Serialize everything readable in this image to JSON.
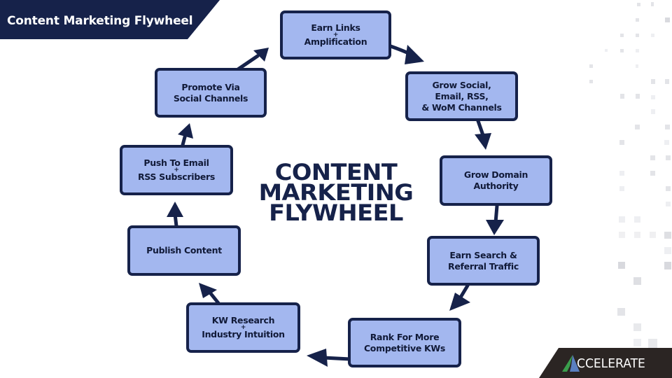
{
  "header": {
    "title": "Content Marketing Flywheel"
  },
  "diagram": {
    "center_title_lines": [
      "CONTENT",
      "MARKETING",
      "FLYWHEEL"
    ],
    "nodes": [
      {
        "id": "earn-links",
        "lines": [
          "Earn Links",
          "+",
          "Amplification"
        ]
      },
      {
        "id": "grow-social",
        "lines": [
          "Grow Social,",
          "Email, RSS,",
          "& WoM Channels"
        ]
      },
      {
        "id": "grow-domain",
        "lines": [
          "Grow Domain",
          "Authority"
        ]
      },
      {
        "id": "earn-search",
        "lines": [
          "Earn Search &",
          "Referral Traffic"
        ]
      },
      {
        "id": "rank-for-more",
        "lines": [
          "Rank For More",
          "Competitive KWs"
        ]
      },
      {
        "id": "kw-research",
        "lines": [
          "KW Research",
          "+",
          "Industry Intuition"
        ]
      },
      {
        "id": "publish-content",
        "lines": [
          "Publish Content"
        ]
      },
      {
        "id": "push-to-email",
        "lines": [
          "Push To Email",
          "+",
          "RSS Subscribers"
        ]
      },
      {
        "id": "promote-via-social",
        "lines": [
          "Promote Via",
          "Social Channels"
        ]
      }
    ],
    "flow": [
      "earn-links",
      "grow-social",
      "grow-domain",
      "earn-search",
      "rank-for-more",
      "kw-research",
      "publish-content",
      "push-to-email",
      "promote-via-social",
      "earn-links"
    ]
  },
  "colors": {
    "navy": "#16224a",
    "node_fill": "#a3b7ef",
    "logo_bg": "#2b2523",
    "logo_green": "#3a9e4c",
    "logo_blue": "#5a7fc0"
  },
  "logo": {
    "text": "CCELERATE",
    "mark": "A"
  }
}
